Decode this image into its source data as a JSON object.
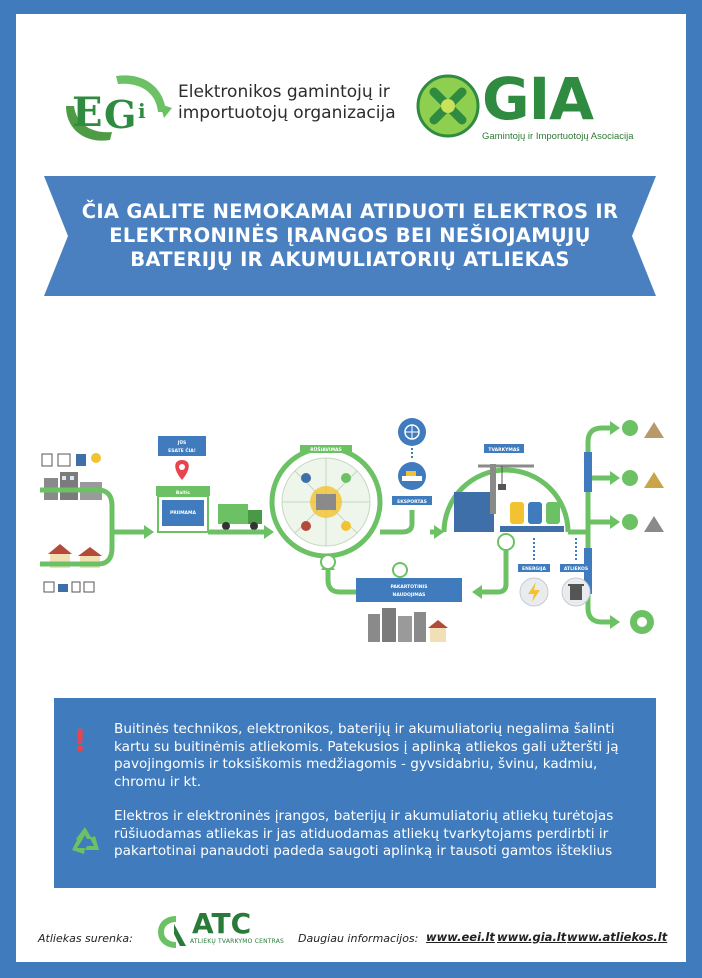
{
  "header": {
    "egi_logo_text": "EGi",
    "egi_text_line1": "Elektronikos gamintojų ir",
    "egi_text_line2": "importuotojų organizacija",
    "gia_logo_text": "GIA",
    "gia_subtitle": "Gamintojų ir Importuotojų Asociacija"
  },
  "banner": {
    "line1": "ČIA GALITE NEMOKAMAI ATIDUOTI ELEKTROS IR",
    "line2": "ELEKTRONINĖS ĮRANGOS BEI NEŠIOJAMŲJŲ",
    "line3": "BATERIJŲ IR AKUMULIATORIŲ ATLIEKAS"
  },
  "diagram": {
    "you_are_here_line1": "JŪS",
    "you_are_here_line2": "ESATE ČIA!",
    "sorting_label": "RŪŠIAVIMAS",
    "export_label": "EKSPORTAS",
    "processing_label": "TVARKYMAS",
    "reuse_label_line1": "PAKARTOTINIS",
    "reuse_label_line2": "NAUDOJIMAS",
    "energy_label": "ENERGIJA",
    "waste_label": "ATLIEKOS",
    "shop_sign": "Baltic",
    "collection_panel": "PRIIMAMA"
  },
  "info": {
    "warning_icon": "exclamation-icon",
    "paragraph1": "Buitinės technikos, elektronikos, baterijų ir akumuliatorių negalima šalinti kartu su buitinėmis atliekomis. Patekusios į aplinką atliekos gali užteršti ją pavojingomis ir toksiškomis medžiagomis - gyvsidabriu, švinu, kadmiu, chromu ir kt.",
    "recycle_icon": "recycle-icon",
    "paragraph2": "Elektros ir elektroninės įrangos, baterijų ir akumuliatorių atliekų turėtojas rūšiuodamas atliekas ir jas atiduodamas atliekų tvarkytojams perdirbti ir pakartotinai panaudoti padeda saugoti aplinką ir tausoti gamtos išteklius"
  },
  "footer": {
    "collector_label": "Atliekas surenka:",
    "atc_logo_text": "ATC",
    "atc_subtitle": "ATLIEKŲ TVARKYMO CENTRAS",
    "more_info_label": "Daugiau informacijos:",
    "links": [
      "www.eei.lt",
      "www.gia.lt",
      "www.atliekos.lt"
    ]
  },
  "colors": {
    "frame_blue": "#3f7bbd",
    "banner_blue": "#4a80bf",
    "accent_green": "#6cc164",
    "dark_green": "#2e8b3f",
    "warning_red": "#e8444e"
  }
}
